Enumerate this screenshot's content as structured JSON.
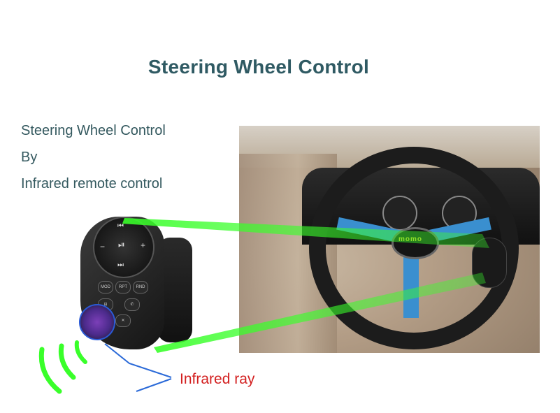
{
  "title": "Steering Wheel Control",
  "caption": {
    "line1": "Steering Wheel Control",
    "line2": "By",
    "line3": "Infrared remote control"
  },
  "photo": {
    "hub_logo": "momo"
  },
  "remote_buttons": {
    "mod": "MOD",
    "rpt": "RPT",
    "rnd": "RND"
  },
  "labels": {
    "infrared_ray": "Infrared ray"
  },
  "colors": {
    "title": "#2f5a63",
    "caption": "#34595f",
    "beam": "#39ff2a",
    "infrared_label": "#d32020",
    "pointer_line": "#2b6ad8"
  }
}
